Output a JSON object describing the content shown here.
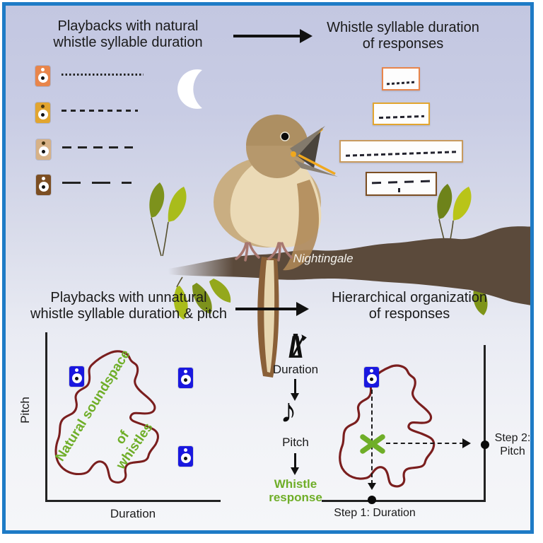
{
  "colors": {
    "frame_border": "#1e7bc6",
    "background_top": "#c3c7e1",
    "background_bottom": "#f5f6f9",
    "text": "#1a1a1a",
    "accent_green": "#6fae28",
    "soundspace_outline": "#7a1e1e",
    "speaker_blue": "#1a18df",
    "branch_brown": "#5b4a3b",
    "moon_white": "#ffffff",
    "playback_speakers": [
      "#e8854b",
      "#e2a52f",
      "#d7b287",
      "#7c4e22"
    ],
    "response_box_borders": [
      "#e8854b",
      "#e2a52f",
      "#c89a5e",
      "#7c4e22"
    ]
  },
  "top_left": {
    "title_line1": "Playbacks with natural",
    "title_line2": "whistle syllable duration",
    "playbacks": [
      {
        "speaker": "speaker-icon-orange",
        "pattern": "fine-dotted"
      },
      {
        "speaker": "speaker-icon-gold",
        "pattern": "short-dashes"
      },
      {
        "speaker": "speaker-icon-tan",
        "pattern": "medium-dashes"
      },
      {
        "speaker": "speaker-icon-brown",
        "pattern": "long-dashes"
      }
    ]
  },
  "top_right": {
    "title_line1": "Whistle syllable duration",
    "title_line2": "of responses",
    "response_boxes": [
      {
        "border": "orange",
        "trace": "short-dense"
      },
      {
        "border": "gold",
        "trace": "medium"
      },
      {
        "border": "tan",
        "trace": "long"
      },
      {
        "border": "brown",
        "trace": "sparse-long"
      }
    ]
  },
  "scene": {
    "species_label": "Nightingale",
    "moon": "crescent-moon-icon"
  },
  "bottom_left": {
    "title_line1": "Playbacks with unnatural",
    "title_line2": "whistle syllable duration & pitch",
    "xlabel": "Duration",
    "ylabel": "Pitch",
    "soundspace_line1": "Natural soundspace",
    "soundspace_line2_a": "of",
    "soundspace_line2_b": "whistles"
  },
  "flow": {
    "step1_label": "Duration",
    "step2_label": "Pitch",
    "music_note_glyph": "♪",
    "result_line1": "Whistle",
    "result_line2": "response"
  },
  "bottom_right": {
    "title_line1": "Hierarchical organization",
    "title_line2": "of responses",
    "step1_axis_label": "Step 1: Duration",
    "step2_axis_label_line1": "Step 2:",
    "step2_axis_label_line2": "Pitch"
  }
}
